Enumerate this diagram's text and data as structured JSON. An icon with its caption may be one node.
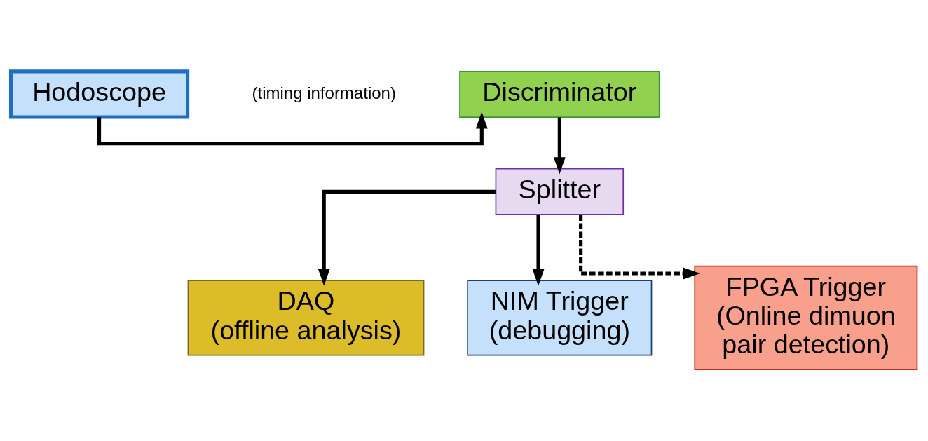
{
  "diagram": {
    "nodes": [
      {
        "text": [
          "Hodoscope"
        ]
      },
      {
        "text": [
          "Discriminator"
        ],
        "beside": [
          "(timing information)"
        ]
      },
      {
        "text": [
          "Splitter"
        ]
      },
      {
        "text": [
          "DAQ",
          "(offline analysis)"
        ]
      },
      {
        "text": [
          "NIM Trigger",
          "(debugging)"
        ]
      },
      {
        "text": [
          "FPGA Trigger",
          "(Online dimuon pair detection)"
        ]
      }
    ],
    "edges": [
      {
        "from": 0,
        "to": 1,
        "arrow": "to"
      },
      {
        "from": 1,
        "to": 2,
        "arrow": "to"
      },
      {
        "from": 2,
        "to": 3,
        "arrow": "to"
      },
      {
        "from": 2,
        "to": 4,
        "arrow": "to"
      },
      {
        "from": 2,
        "to": 5,
        "arrow": "to",
        "style": "dashed"
      }
    ]
  }
}
